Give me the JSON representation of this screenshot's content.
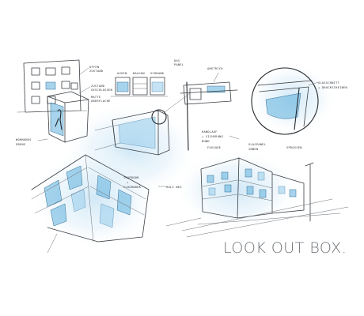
{
  "artwork": {
    "title": "LOOK OUT BOX.",
    "colors": {
      "background": "#ffffff",
      "ink": "#3a3f45",
      "accent_blue": "#5fb0dd",
      "wash_blue": "#d7ecf8",
      "title_grey": "#6e7378"
    },
    "sketches": [
      {
        "name": "facade-elevation-sketch"
      },
      {
        "name": "window-elevations-sketch"
      },
      {
        "name": "look-out-box-cube-sketch"
      },
      {
        "name": "box-perspective-sketch"
      },
      {
        "name": "section-detail-sketch"
      },
      {
        "name": "magnified-detail-circle"
      },
      {
        "name": "facade-worms-eye-sketch"
      },
      {
        "name": "street-corner-building-sketch"
      }
    ]
  }
}
